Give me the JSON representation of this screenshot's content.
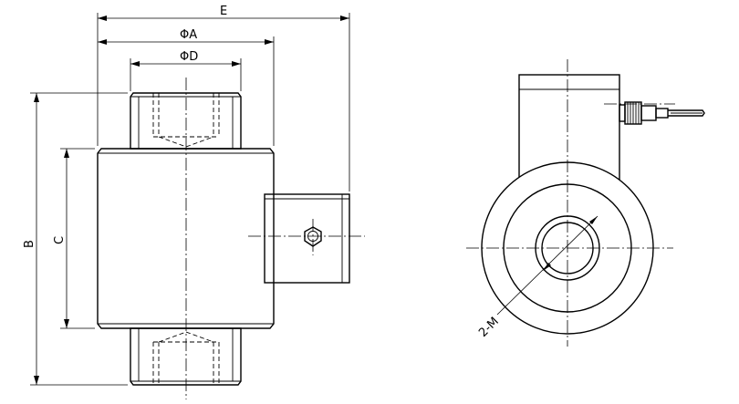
{
  "drawing": {
    "front_view": {
      "dim_overall_width": "E",
      "dim_outer_diameter": "ΦA",
      "dim_thread_diameter": "ΦD",
      "dim_total_height": "B",
      "dim_body_height": "C"
    },
    "side_view": {
      "dim_mounting_thread": "2-M"
    }
  }
}
